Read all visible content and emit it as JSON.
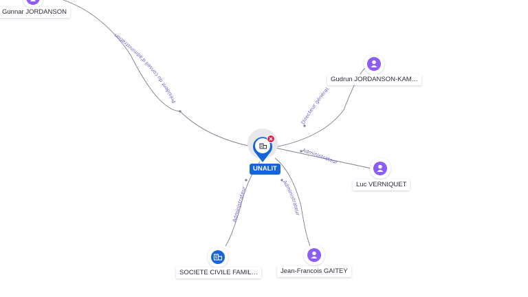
{
  "center": {
    "label": "UNALIT"
  },
  "nodes": [
    {
      "id": "gunnar",
      "label": "Gunnar JORDANSON",
      "kind": "person-icon"
    },
    {
      "id": "gudrun",
      "label": "Gudrun JORDANSON-KAM…",
      "kind": "person-icon"
    },
    {
      "id": "luc",
      "label": "Luc VERNIQUET",
      "kind": "person-icon"
    },
    {
      "id": "jf",
      "label": "Jean-Francois GAITEY",
      "kind": "person-icon"
    },
    {
      "id": "scf",
      "label": "SOCIETE CIVILE FAMIL…",
      "kind": "company-icon"
    }
  ],
  "edges": [
    {
      "from": "gunnar",
      "label": "Président du conseil d'administration"
    },
    {
      "from": "gudrun",
      "label": "Directeur général"
    },
    {
      "from": "luc",
      "label": "Administrateur"
    },
    {
      "from": "jf",
      "label": "Administrateur"
    },
    {
      "from": "scf",
      "label": "Administrateur"
    }
  ],
  "colors": {
    "person": "#8b5cf6",
    "company": "#1665d8",
    "accent": "#1665d8",
    "close": "#e11d48"
  }
}
